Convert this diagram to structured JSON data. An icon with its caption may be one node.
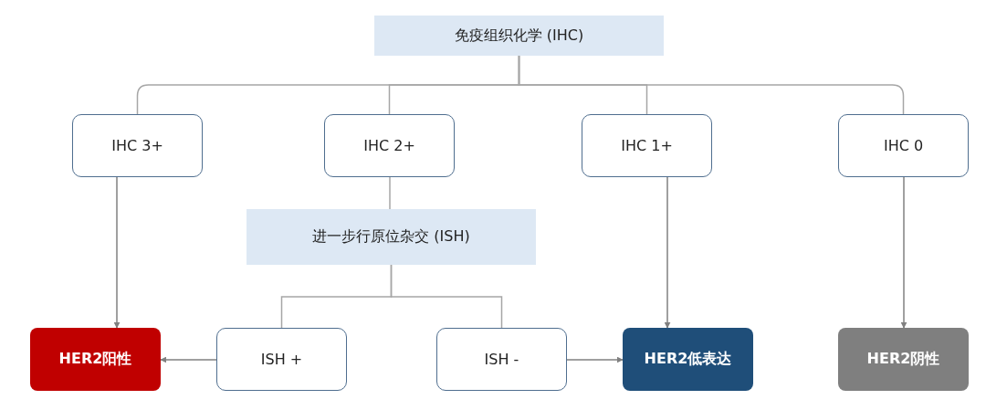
{
  "diagram": {
    "nodes": [
      {
        "text": [
          "免疫组织化学 (IHC)"
        ]
      },
      {
        "text": [
          "IHC 3+"
        ]
      },
      {
        "text": [
          "IHC 2+"
        ]
      },
      {
        "text": [
          "IHC 1+"
        ]
      },
      {
        "text": [
          "IHC 0"
        ]
      },
      {
        "text": [
          "进一步行原位杂交 (ISH)"
        ]
      },
      {
        "text": [
          "HER2阳性"
        ]
      },
      {
        "text": [
          "ISH +"
        ]
      },
      {
        "text": [
          "ISH -"
        ]
      },
      {
        "text": [
          "HER2低表达"
        ]
      },
      {
        "text": [
          "HER2阴性"
        ]
      }
    ],
    "edges": [
      {
        "from": 0,
        "to": 1,
        "arrow": "none"
      },
      {
        "from": 0,
        "to": 2,
        "arrow": "none"
      },
      {
        "from": 0,
        "to": 3,
        "arrow": "none"
      },
      {
        "from": 0,
        "to": 4,
        "arrow": "none"
      },
      {
        "from": 1,
        "to": 6,
        "arrow": "to"
      },
      {
        "from": 2,
        "to": 5,
        "arrow": "none"
      },
      {
        "from": 5,
        "to": 7,
        "arrow": "none"
      },
      {
        "from": 5,
        "to": 8,
        "arrow": "none"
      },
      {
        "from": 7,
        "to": 6,
        "arrow": "to"
      },
      {
        "from": 8,
        "to": 9,
        "arrow": "to"
      },
      {
        "from": 3,
        "to": 9,
        "arrow": "to"
      },
      {
        "from": 4,
        "to": 10,
        "arrow": "to"
      }
    ]
  }
}
